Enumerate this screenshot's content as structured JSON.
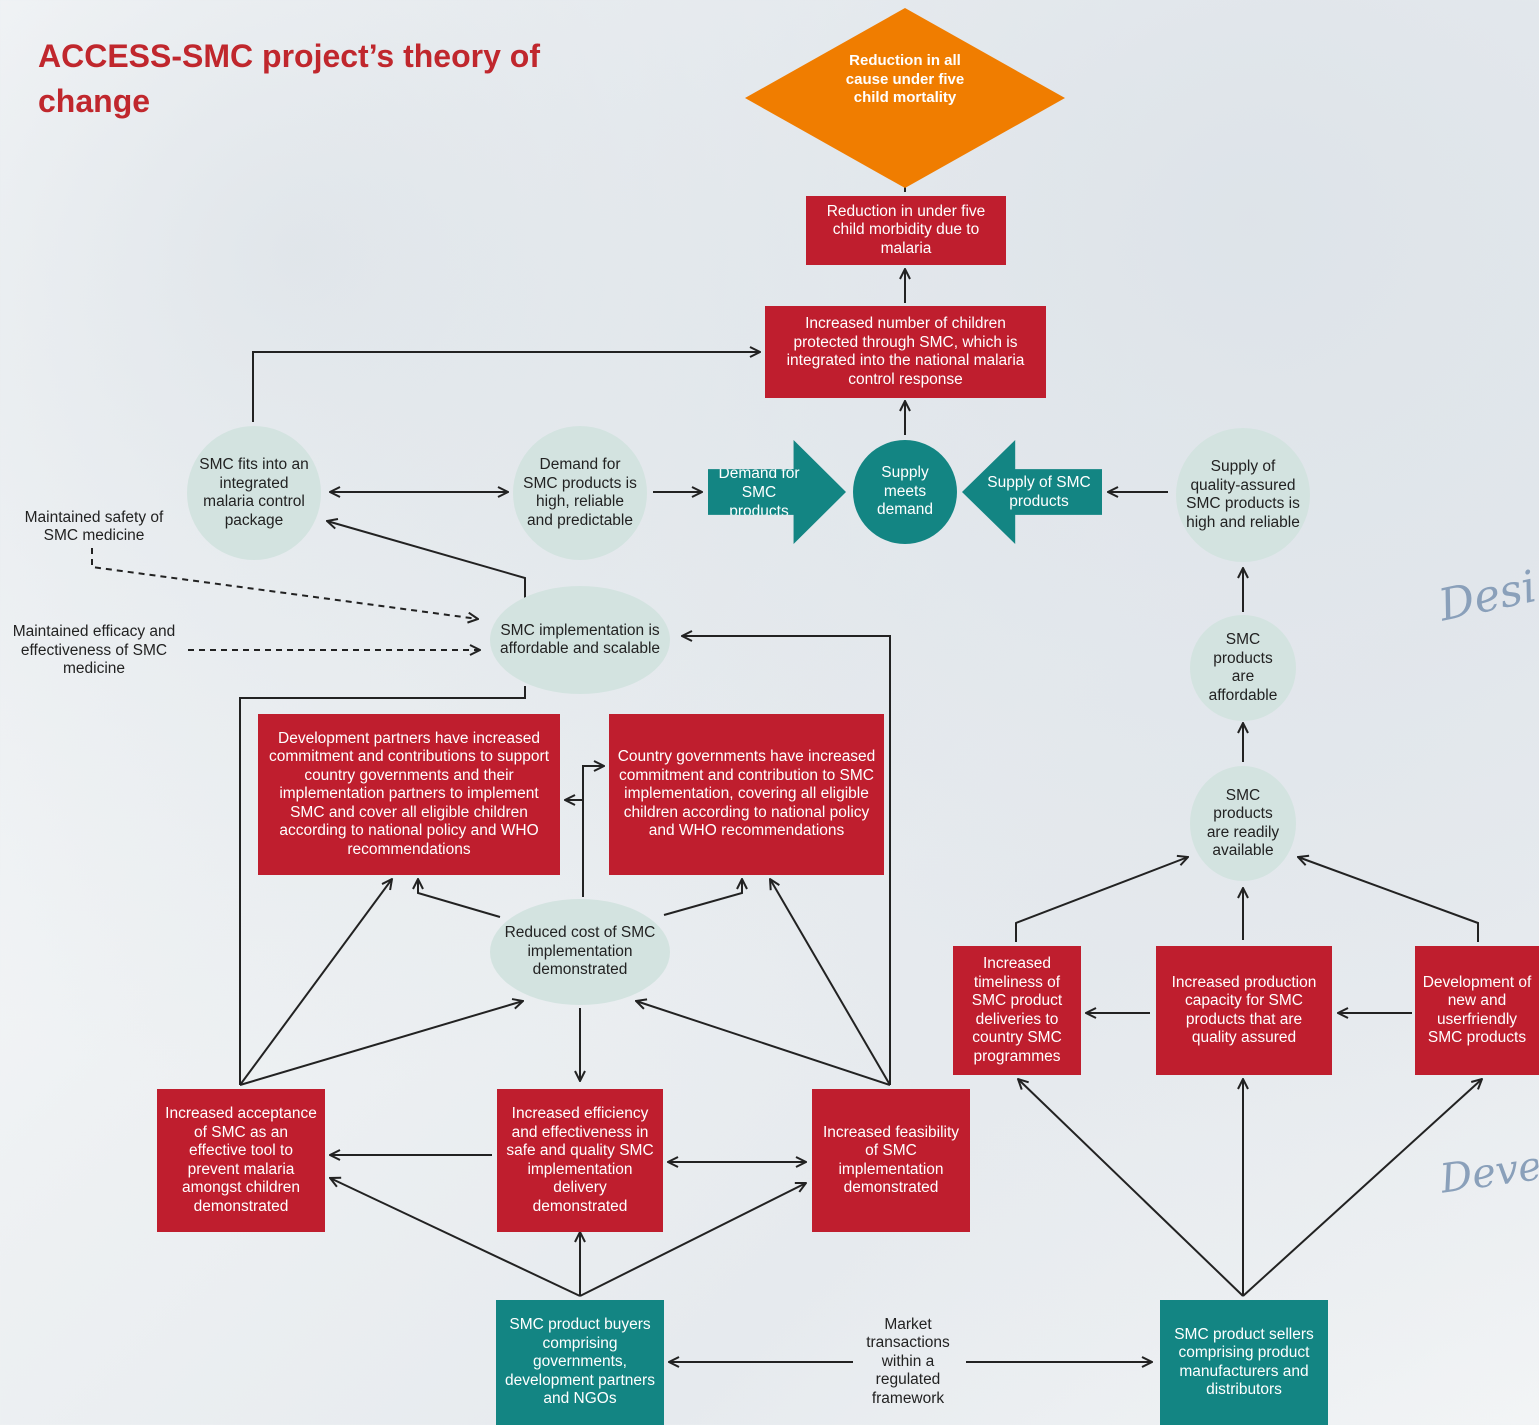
{
  "title": "ACCESS-SMC project’s theory of change",
  "colors": {
    "title_red": "#c0272d",
    "box_red": "#bf1e2e",
    "teal": "#138583",
    "oval": "#d3e3e0",
    "goal_orange": "#f07d00"
  },
  "goal": "Reduction in all cause under five child mortality",
  "nodes": {
    "morbidity": "Reduction in under five child morbidity due to malaria",
    "children_protected": "Increased number of children protected through SMC, which is integrated into the national malaria control response",
    "integrated_package": "SMC fits into an integrated malaria control package",
    "demand_high": "Demand for SMC products is high, reliable and predictable",
    "demand_arrow": "Demand for SMC products",
    "supply_meets_demand": "Supply meets demand",
    "supply_arrow": "Supply of SMC products",
    "supply_quality": "Supply of quality-assured SMC products is high and reliable",
    "safety": "Maintained safety of SMC medicine",
    "efficacy": "Maintained efficacy and effectiveness of SMC medicine",
    "affordable_scalable": "SMC implementation is affordable and scalable",
    "products_affordable": "SMC products are affordable",
    "dev_partners": "Development partners have increased commitment and contributions to support country governments and their implementation partners to implement SMC and cover all eligible children according to national policy and WHO recommendations",
    "country_gov": "Country governments have increased commitment and contribution to SMC implementation, covering all eligible children according to national policy and WHO recommendations",
    "readily_available": "SMC products are readily available",
    "reduced_cost": "Reduced cost of SMC implementation demonstrated",
    "timeliness": "Increased timeliness of SMC product deliveries to country SMC programmes",
    "production_capacity": "Increased production capacity for SMC products that are quality assured",
    "new_products": "Development of new and userfriendly SMC products",
    "acceptance": "Increased acceptance of SMC as an effective tool to prevent malaria amongst children demonstrated",
    "efficiency": "Increased efficiency and effectiveness in safe and quality SMC implementation delivery demonstrated",
    "feasibility": "Increased feasibility of SMC implementation demonstrated",
    "buyers": "SMC product buyers comprising governments, development partners and NGOs",
    "market": "Market transactions within a regulated framework",
    "sellers": "SMC product sellers comprising product manufacturers and distributors"
  }
}
